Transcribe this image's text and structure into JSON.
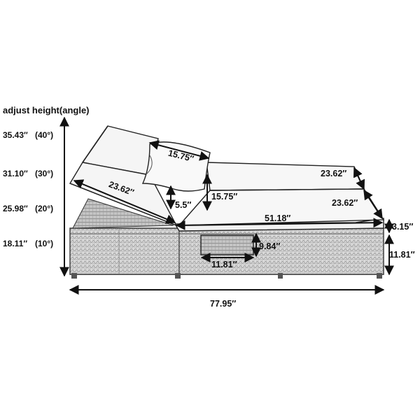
{
  "title": "adjust height(angle)",
  "height_options": [
    {
      "height": "35.43′′",
      "angle": "(40°)"
    },
    {
      "height": "31.10′′",
      "angle": "(30°)"
    },
    {
      "height": "25.98′′",
      "angle": "(20°)"
    },
    {
      "height": "18.11′′",
      "angle": "(10°)"
    }
  ],
  "dimensions": {
    "pillow_width": "15.75′′",
    "pillow_height": "15.75′′",
    "backrest_length": "23.62′′",
    "pillow_thickness": "5.5′′",
    "cushion_width_top": "23.62′′",
    "cushion_width_mid": "23.62′′",
    "seat_length": "51.18′′",
    "cushion_thickness": "3.15′′",
    "handle_height": "9.84′′",
    "handle_width": "11.81′′",
    "frame_height": "11.81′′",
    "total_length": "77.95′′"
  }
}
